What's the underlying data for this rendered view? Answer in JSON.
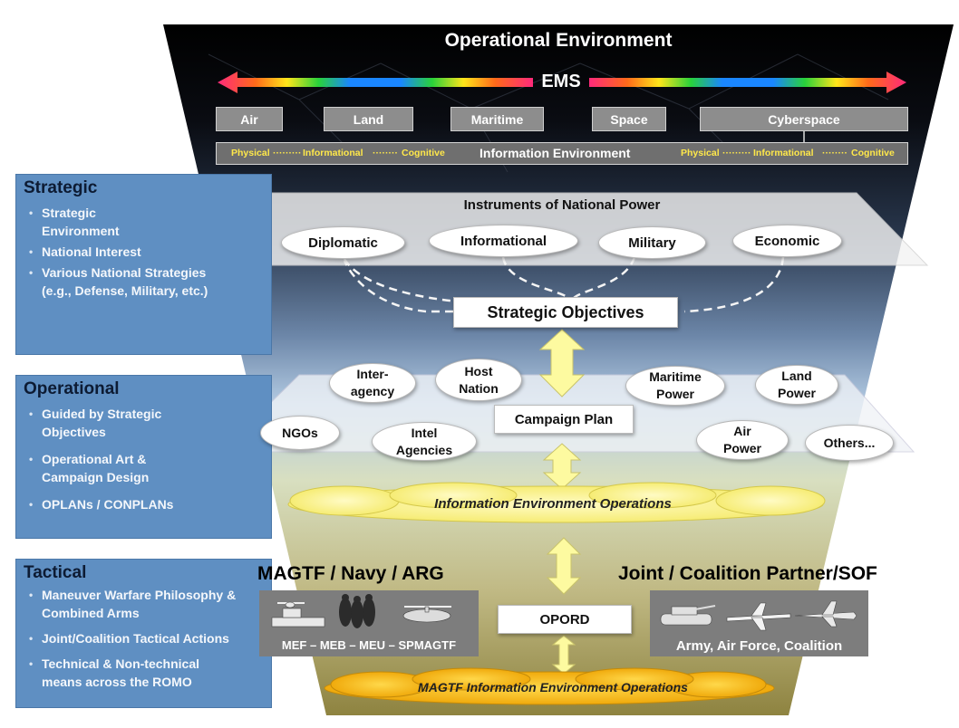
{
  "title": "Operational Environment",
  "ems": "EMS",
  "domains": [
    "Air",
    "Land",
    "Maritime",
    "Space",
    "Cyberspace"
  ],
  "info_env": {
    "label": "Information Environment",
    "left": [
      "Physical",
      "Informational",
      "Cognitive"
    ],
    "right": [
      "Physical",
      "Informational",
      "Cognitive"
    ]
  },
  "sidebar": {
    "strategic": {
      "heading": "Strategic",
      "items": [
        "Strategic Environment",
        "National Interest",
        "Various National Strategies (e.g., Defense, Military, etc.)"
      ]
    },
    "operational": {
      "heading": "Operational",
      "items": [
        "Guided by Strategic Objectives",
        "Operational Art & Campaign Design",
        "OPLANs / CONPLANs"
      ]
    },
    "tactical": {
      "heading": "Tactical",
      "items": [
        "Maneuver Warfare Philosophy & Combined Arms",
        "Joint/Coalition Tactical Actions",
        "Technical & Non-technical means across the ROMO"
      ]
    }
  },
  "national_power": {
    "title": "Instruments of National Power",
    "items": [
      "Diplomatic",
      "Informational",
      "Military",
      "Economic"
    ]
  },
  "strategic_objectives": "Strategic Objectives",
  "campaign_plan": "Campaign Plan",
  "campaign_partners": [
    "Inter-agency",
    "Host Nation",
    "Maritime Power",
    "Land Power",
    "NGOs",
    "Intel Agencies",
    "Air Power",
    "Others..."
  ],
  "ieo": "Information Environment Operations",
  "opord": "OPORD",
  "magtf_ieo": "MAGTF Information Environment Operations",
  "left_force": {
    "heading": "MAGTF / Navy / ARG",
    "caption": "MEF – MEB – MEU – SPMAGTF"
  },
  "right_force": {
    "heading": "Joint / Coalition Partner/SOF",
    "caption": "Army, Air Force, Coalition"
  },
  "colors": {
    "sidebar_blue": "#5f8fc2",
    "arrow_yellow": "#fdfaa0",
    "cloud_yellow": "#fdf590",
    "cloud_gold": "#f7c21c",
    "ems_left": "#e8246a",
    "ems_right": "#e8246a"
  }
}
